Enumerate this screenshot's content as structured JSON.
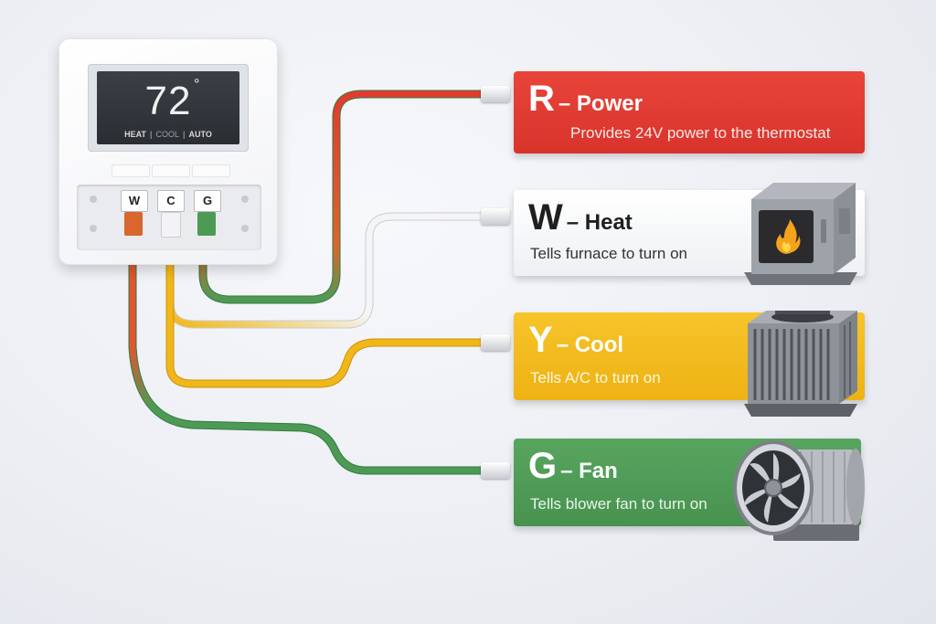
{
  "thermostat": {
    "temperature": "72",
    "degree_symbol": "°",
    "mode_heat": "HEAT",
    "mode_cool": "COOL",
    "mode_auto": "AUTO",
    "mode_separator": "|",
    "terminals": [
      "W",
      "C",
      "G"
    ]
  },
  "wires": [
    {
      "letter": "R",
      "name": "– Power",
      "description": "Provides 24V power to the thermostat",
      "color": "#e23b2e",
      "icon": "none"
    },
    {
      "letter": "W",
      "name": "– Heat",
      "description": "Tells furnace to turn on",
      "color": "#f3f3f3",
      "icon": "furnace-icon"
    },
    {
      "letter": "Y",
      "name": "– Cool",
      "description": "Tells A/C to turn on",
      "color": "#f1b718",
      "icon": "ac-unit-icon"
    },
    {
      "letter": "G",
      "name": "– Fan",
      "description": "Tells blower fan to turn on",
      "color": "#4d9a55",
      "icon": "blower-fan-icon"
    }
  ],
  "colors": {
    "red": "#e23b2e",
    "white": "#f3f3f3",
    "yellow": "#f1b718",
    "green": "#4d9a55",
    "orange_terminal": "#d9662c"
  }
}
